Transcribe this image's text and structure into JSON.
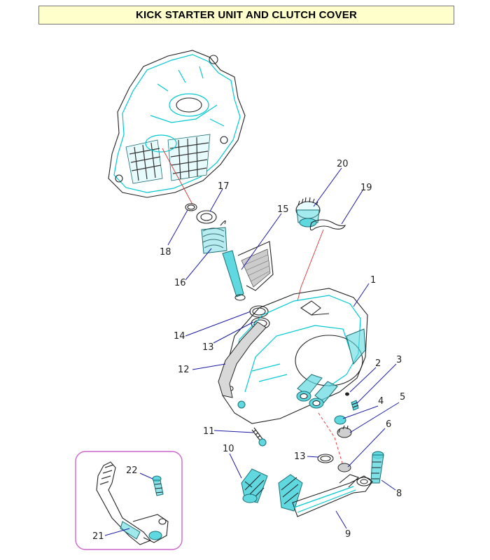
{
  "title": "KICK STARTER UNIT AND CLUTCH COVER",
  "colors": {
    "title_bg": "#ffffcc",
    "part_highlight": "#00c8d2",
    "leader_line": "#1a1aa6",
    "inset_border": "#cc66cc",
    "axis_line": "#e03030"
  },
  "callouts": {
    "c1": "1",
    "c2": "2",
    "c3": "3",
    "c4": "4",
    "c5": "5",
    "c6": "6",
    "c8": "8",
    "c9": "9",
    "c10": "10",
    "c11": "11",
    "c12": "12",
    "c13a": "13",
    "c13b": "13",
    "c14": "14",
    "c15": "15",
    "c16": "16",
    "c17": "17",
    "c18": "18",
    "c19": "19",
    "c20": "20",
    "c21": "21",
    "c22": "22"
  }
}
